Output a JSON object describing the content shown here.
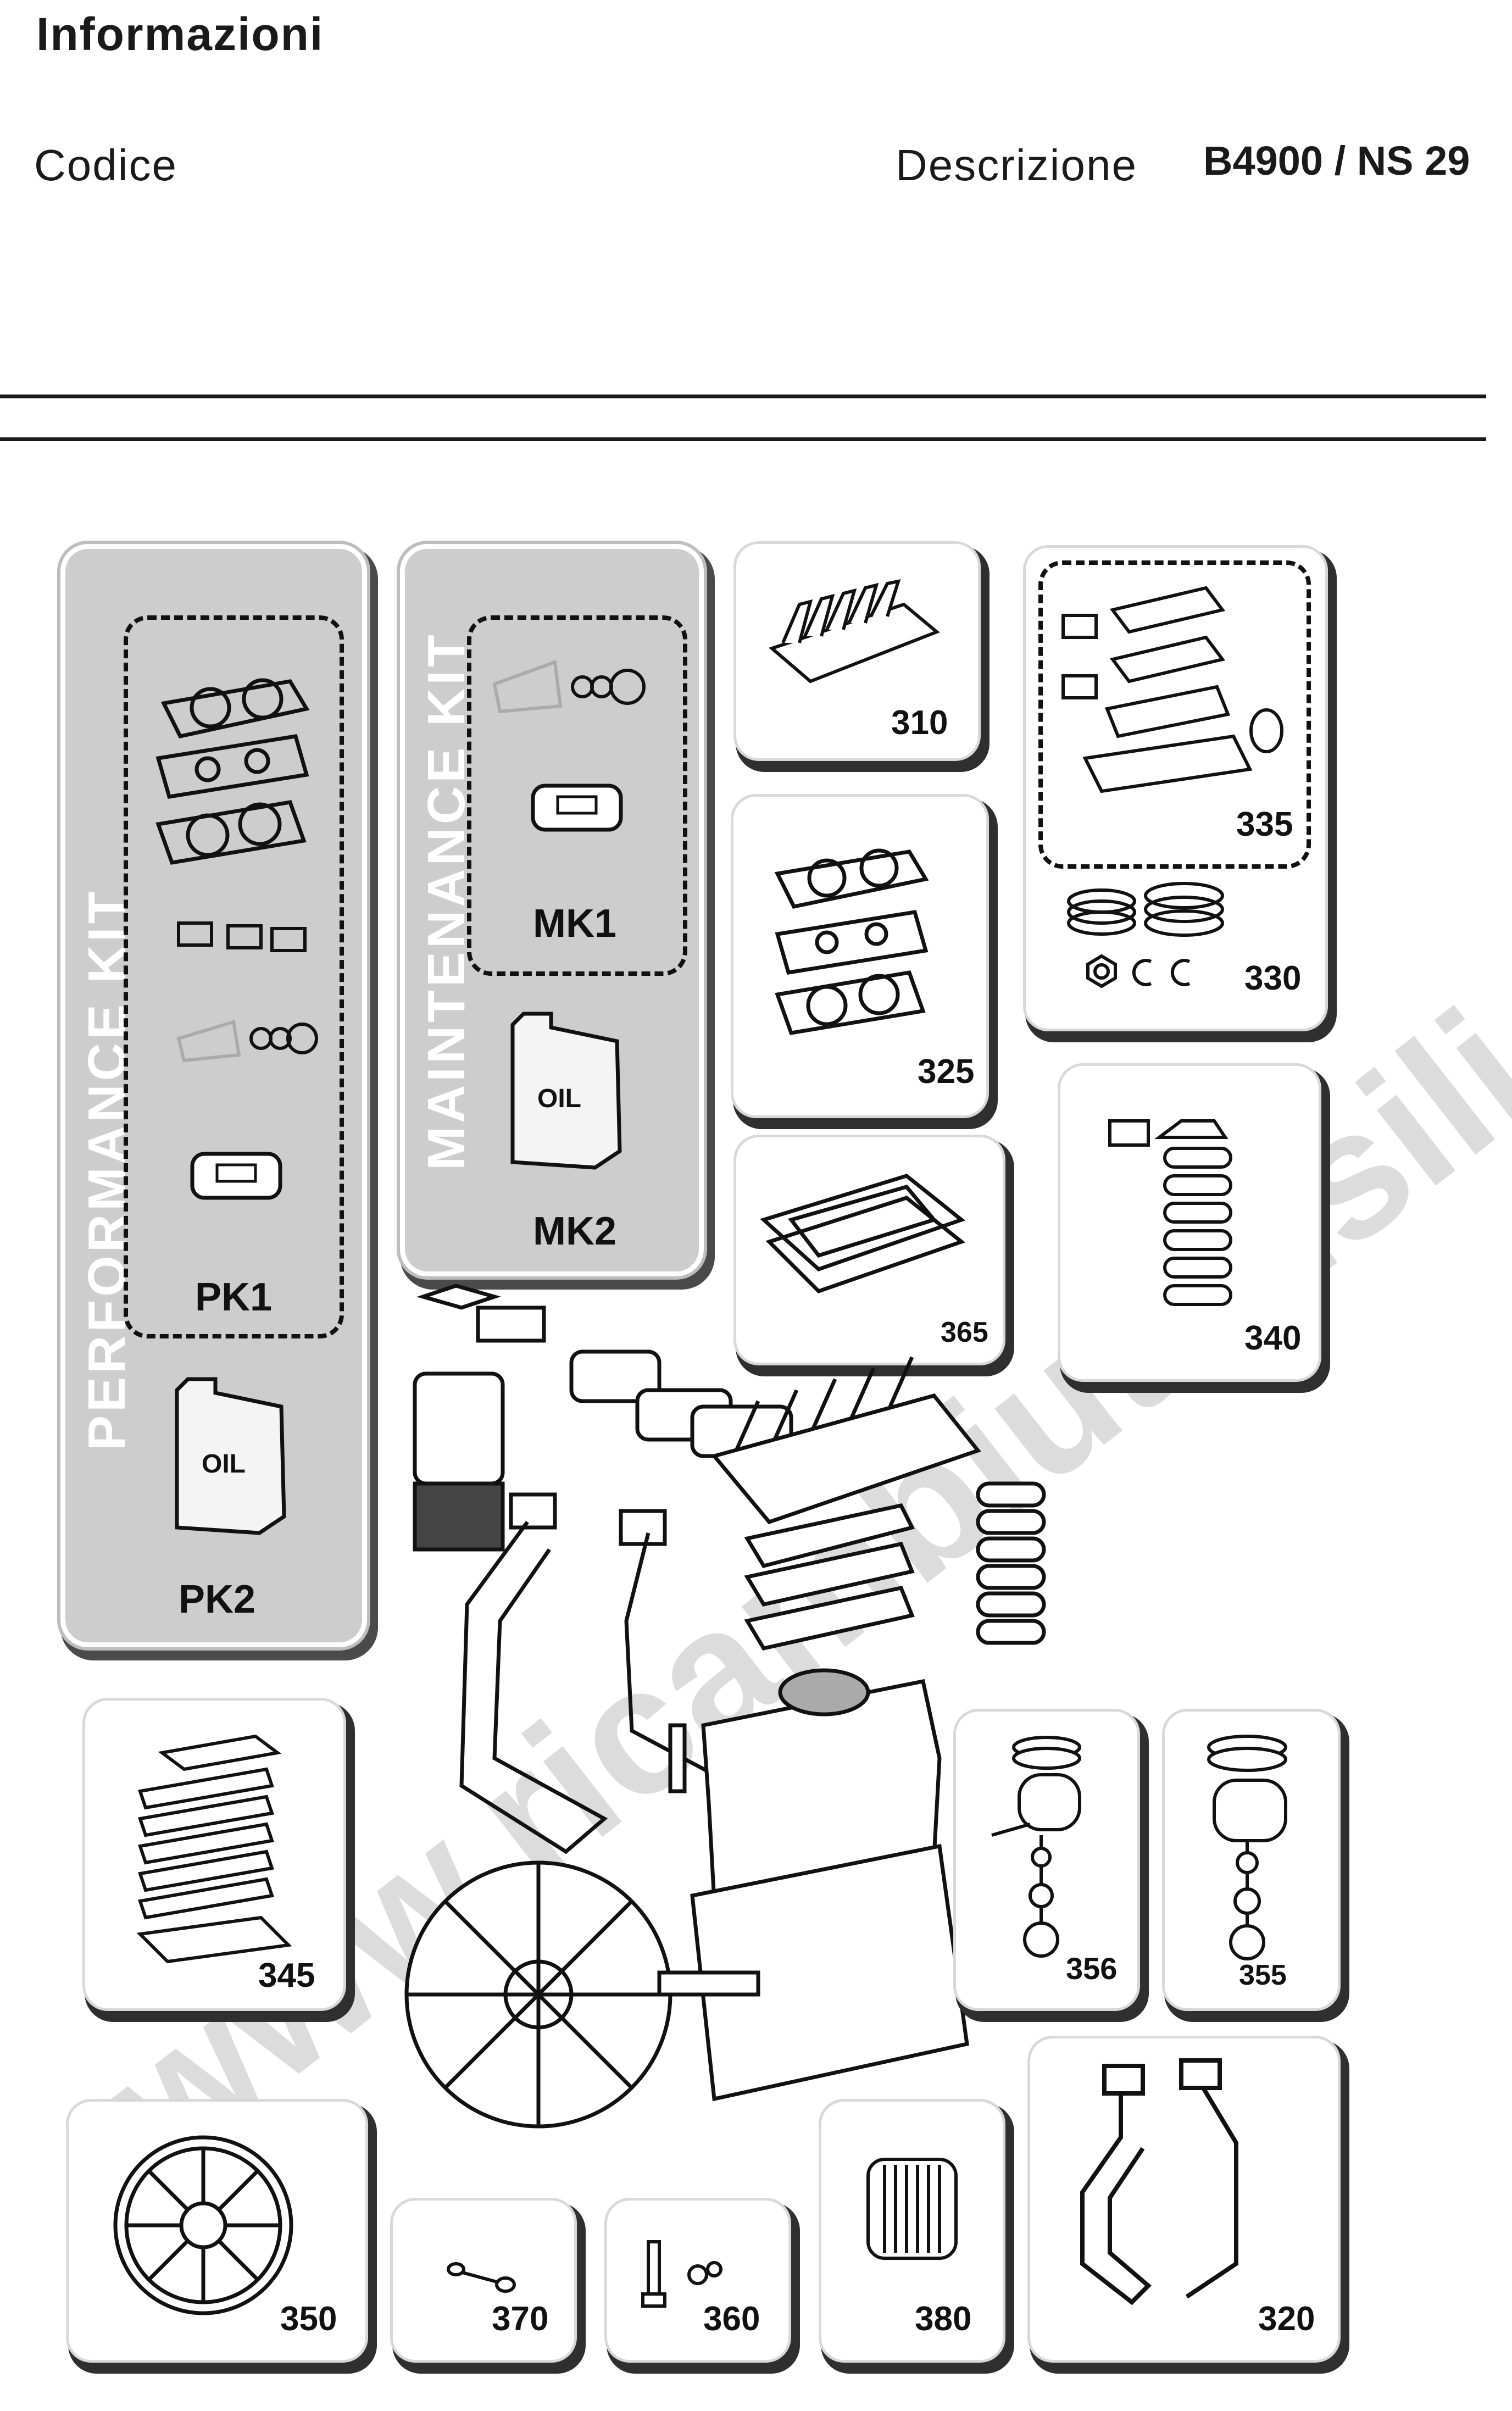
{
  "header": {
    "title": "Informazioni",
    "code_label": "Codice",
    "description_label": "Descrizione",
    "model": "B4900 / NS 29"
  },
  "kits": {
    "performance_title": "PERFORMANCE KIT",
    "maintenance_title": "MAINTENANCE KIT",
    "pk1": "PK1",
    "pk2": "PK2",
    "mk1": "MK1",
    "mk2": "MK2",
    "oil": "OIL"
  },
  "parts": {
    "p310": "310",
    "p335": "335",
    "p330": "330",
    "p325": "325",
    "p365": "365",
    "p340": "340",
    "p345": "345",
    "p356": "356",
    "p355": "355",
    "p350": "350",
    "p370": "370",
    "p360": "360",
    "p380": "380",
    "p320": "320"
  },
  "watermark": "www.ricambiutensili.com"
}
